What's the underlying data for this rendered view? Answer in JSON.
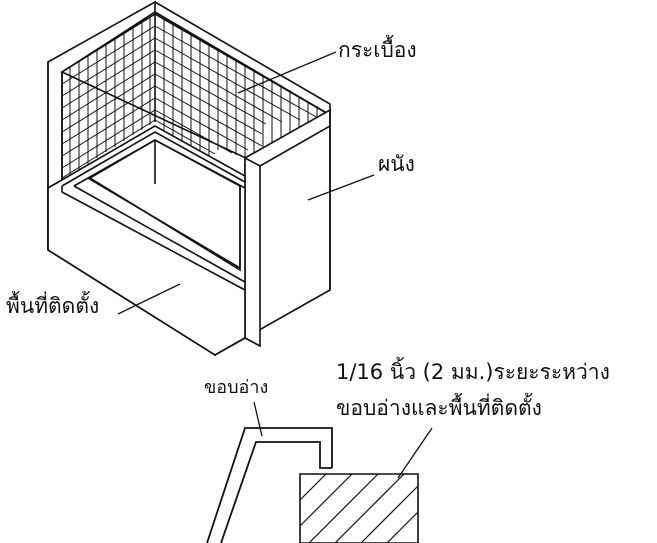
{
  "labels": {
    "tile": "กระเบื้อง",
    "wall": "ผนัง",
    "floor": "พื้นที่ติดตั้ง",
    "rim": "ขอบอ่าง",
    "gap_line1": "1/16 นิ้ว (2 มม.)ระยะระหว่าง",
    "gap_line2": "ขอบอ่างและพื้นที่ติดตั้ง"
  },
  "colors": {
    "stroke": "#111111",
    "background": "#ffffff"
  }
}
